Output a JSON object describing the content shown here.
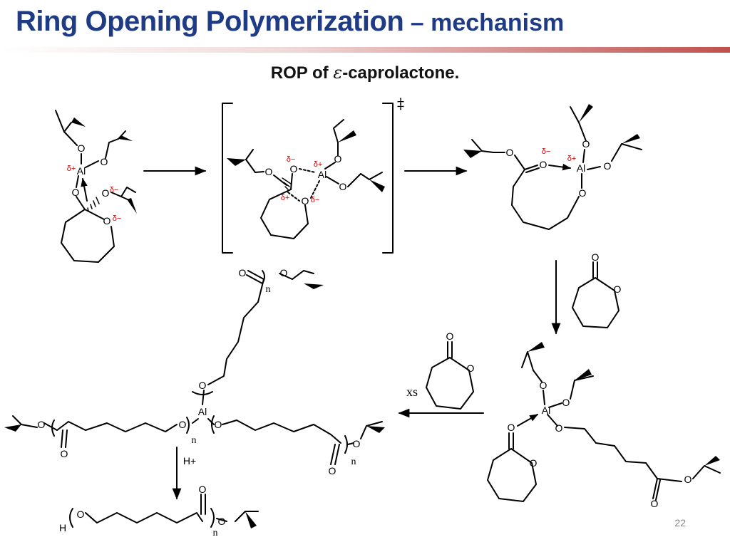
{
  "slide": {
    "title_main": "Ring Opening Polymerization",
    "title_dash": " – ",
    "title_sub": "mechanism",
    "subtitle_prefix": "ROP of ",
    "subtitle_symbol": "ε",
    "subtitle_suffix": "-caprolactone.",
    "page_number": "22"
  },
  "labels": {
    "al": "Al",
    "o": "O",
    "h": "H",
    "n": "n",
    "delta_plus": "δ+",
    "delta_minus": "δ−",
    "transition_state": "‡",
    "excess": "xs",
    "acid": "H+"
  },
  "colors": {
    "title": "#1f3b86",
    "accent_bar": "#c0504d",
    "partial_charge": "#cc0000",
    "bond": "#000000"
  }
}
